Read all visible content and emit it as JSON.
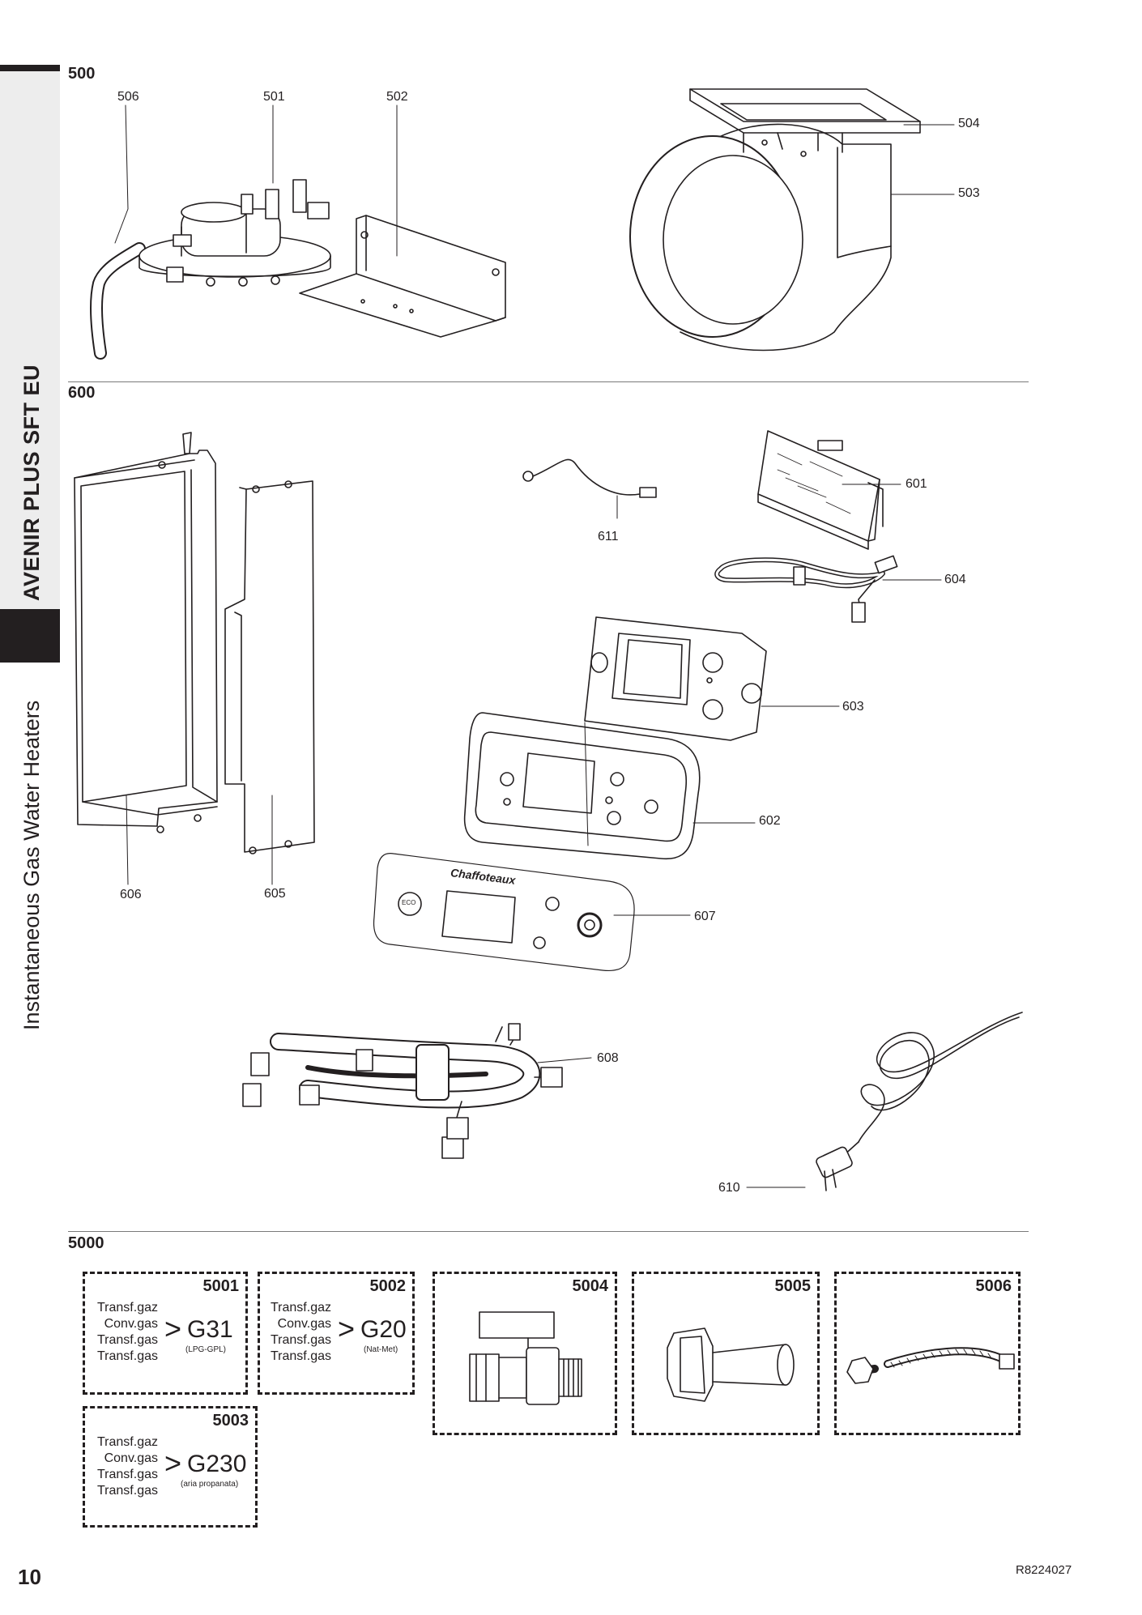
{
  "sidebar": {
    "title": "AVENIR PLUS SFT EU",
    "subtitle": "Instantaneous Gas Water Heaters"
  },
  "sections": {
    "s500": {
      "title": "500",
      "callouts": [
        "506",
        "501",
        "502",
        "504",
        "503"
      ]
    },
    "s600": {
      "title": "600",
      "callouts": [
        "601",
        "611",
        "604",
        "603",
        "602",
        "606",
        "605",
        "607",
        "608",
        "610"
      ]
    },
    "s5000": {
      "title": "5000"
    }
  },
  "panel": {
    "brand": "Chaffoteaux",
    "eco_label": "ECO"
  },
  "kits": {
    "k5001": {
      "code": "5001",
      "lines": [
        "Transf.gaz",
        "Conv.gas",
        "Transf.gas",
        "Transf.gas"
      ],
      "gas": "G31",
      "gas_sub": "(LPG-GPL)"
    },
    "k5002": {
      "code": "5002",
      "lines": [
        "Transf.gaz",
        "Conv.gas",
        "Transf.gas",
        "Transf.gas"
      ],
      "gas": "G20",
      "gas_sub": "(Nat-Met)"
    },
    "k5003": {
      "code": "5003",
      "lines": [
        "Transf.gaz",
        "Conv.gas",
        "Transf.gas",
        "Transf.gas"
      ],
      "gas": "G230",
      "gas_sub": "(aria propanata)"
    },
    "k5004": {
      "code": "5004"
    },
    "k5005": {
      "code": "5005"
    },
    "k5006": {
      "code": "5006"
    },
    "arrow": ">"
  },
  "footer": {
    "page_number": "10",
    "reference": "R8224027"
  }
}
